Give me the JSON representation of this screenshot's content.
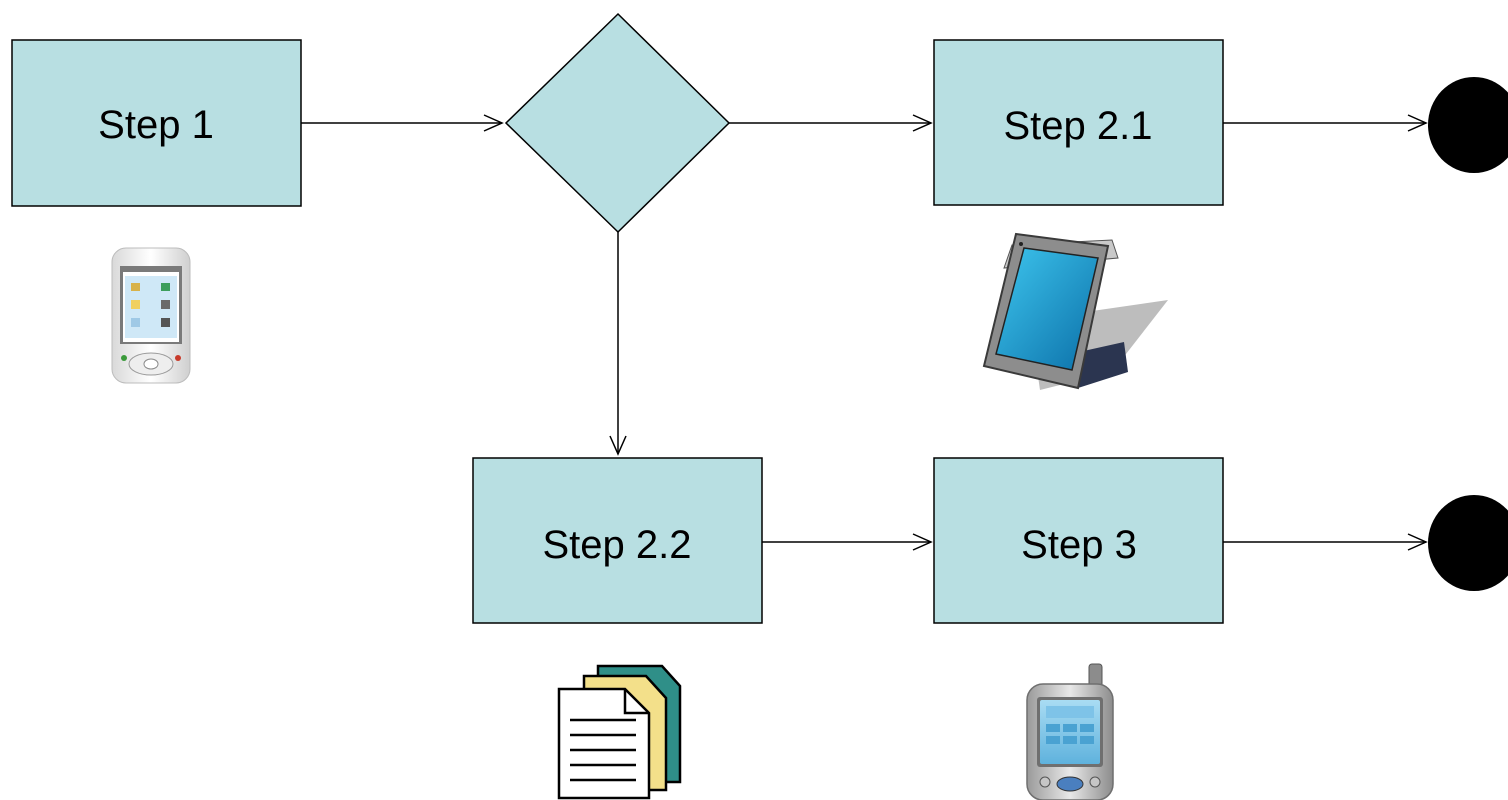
{
  "colors": {
    "box_fill": "#b8dfe2",
    "box_stroke": "#000000",
    "terminator_fill": "#000000",
    "connector": "#000000"
  },
  "nodes": {
    "step1": {
      "label": "Step 1",
      "shape": "rectangle"
    },
    "decision": {
      "label": "",
      "shape": "diamond"
    },
    "step2_1": {
      "label": "Step 2.1",
      "shape": "rectangle"
    },
    "step2_2": {
      "label": "Step 2.2",
      "shape": "rectangle"
    },
    "step3": {
      "label": "Step 3",
      "shape": "rectangle"
    },
    "end_top": {
      "shape": "circle"
    },
    "end_bottom": {
      "shape": "circle"
    }
  },
  "edges": [
    {
      "from": "step1",
      "to": "decision"
    },
    {
      "from": "decision",
      "to": "step2_1"
    },
    {
      "from": "decision",
      "to": "step2_2"
    },
    {
      "from": "step2_1",
      "to": "end_top"
    },
    {
      "from": "step2_2",
      "to": "step3"
    },
    {
      "from": "step3",
      "to": "end_bottom"
    }
  ],
  "icons": {
    "step1": "pda-phone-icon",
    "step2_1": "tablet-pc-icon",
    "step2_2": "documents-icon",
    "step3": "pda-handheld-icon"
  }
}
